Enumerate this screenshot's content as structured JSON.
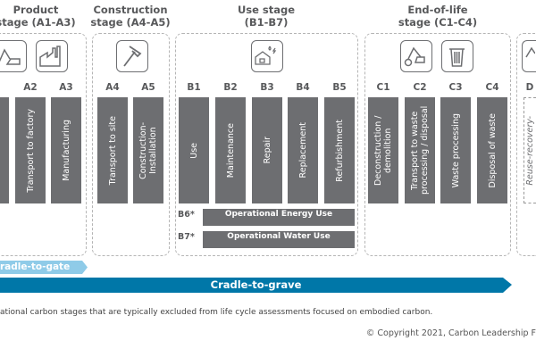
{
  "stages": [
    {
      "title_1": "Product",
      "title_2": "stage (A1-A3)"
    },
    {
      "title_1": "Construction",
      "title_2": "stage (A4-A5)"
    },
    {
      "title_1": "Use stage",
      "title_2": "(B1-B7)"
    },
    {
      "title_1": "End-of-life",
      "title_2": "stage (C1-C4)"
    }
  ],
  "modules": [
    {
      "code": "A2",
      "label": "Transport to factory"
    },
    {
      "code": "A3",
      "label": "Manufacturing"
    },
    {
      "code": "A4",
      "label": "Transport to site"
    },
    {
      "code": "A5",
      "label": "Construction-\nInstallation"
    },
    {
      "code": "B1",
      "label": "Use"
    },
    {
      "code": "B2",
      "label": "Maintenance"
    },
    {
      "code": "B3",
      "label": "Repair"
    },
    {
      "code": "B4",
      "label": "Replacement"
    },
    {
      "code": "B5",
      "label": "Refurbishment"
    },
    {
      "code": "C1",
      "label": "Deconstruction / demolition"
    },
    {
      "code": "C2",
      "label": "Transport to waste processing / disposal"
    },
    {
      "code": "C3",
      "label": "Waste processing"
    },
    {
      "code": "C4",
      "label": "Disposal of waste"
    },
    {
      "code": "D",
      "label": "Reuse-recovery-"
    }
  ],
  "operational": [
    {
      "code": "B6*",
      "label": "Operational Energy Use"
    },
    {
      "code": "B7*",
      "label": "Operational Water Use"
    }
  ],
  "arrows": {
    "gate": "radle-to-gate",
    "grave": "Cradle-to-grave"
  },
  "footnote": "ational carbon stages that are typically excluded from life cycle assessments focused on embodied carbon.",
  "copyright": "© Copyright 2021, Carbon Leadership F",
  "colors": {
    "bar": "#6d6e71",
    "gate": "#8fcbe8",
    "grave": "#0077a8"
  }
}
